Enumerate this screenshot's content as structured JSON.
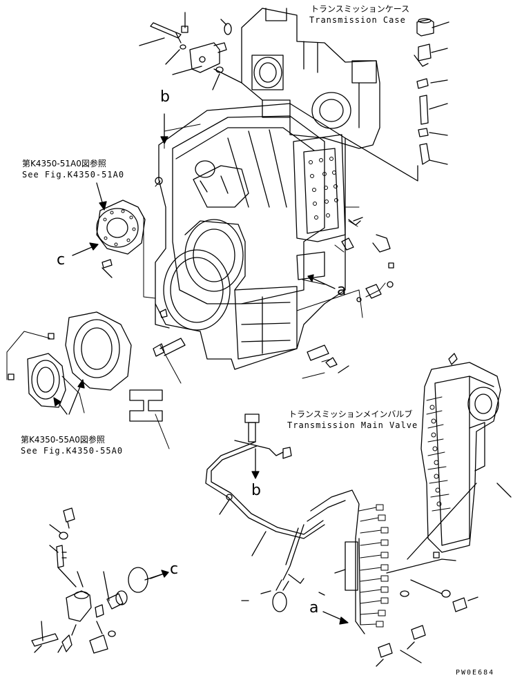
{
  "labels": {
    "transmission_case_jp": "トランスミッションケース",
    "transmission_case_en": "Transmission Case",
    "main_valve_jp": "トランスミッションメインバルブ",
    "main_valve_en": "Transmission Main Valve",
    "ref_51a0_jp": "第K4350-51A0図参照",
    "ref_51a0_en": "See Fig.K4350-51A0",
    "ref_55a0_jp": "第K4350-55A0図参照",
    "ref_55a0_en": "See Fig.K4350-55A0",
    "view_a_1": "a",
    "view_a_2": "a",
    "view_b_1": "b",
    "view_b_2": "b",
    "view_c_1": "c",
    "view_c_2": "c",
    "drawing_code": "PW0E684"
  },
  "colors": {
    "line": "#000000",
    "background": "#ffffff"
  }
}
